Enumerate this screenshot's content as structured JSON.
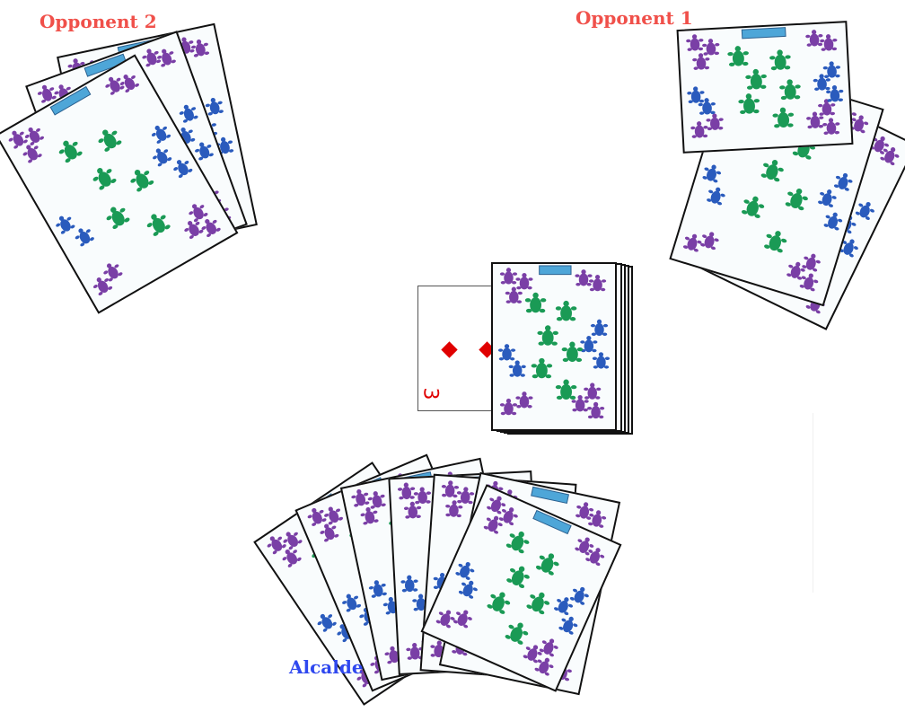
{
  "players": {
    "opponent_2": "Opponent 2",
    "opponent_1": "Opponent 1",
    "me": "Alcalde"
  },
  "faceup_card": {
    "rank": "3",
    "suit": "diamonds"
  },
  "colors": {
    "opponent_label": "#f0504a",
    "player_label": "#2f48ef",
    "card_border": "#111111",
    "card_face": "#f9fcfd",
    "creature_purple": "#7a3fa6",
    "creature_green": "#1a9a55",
    "creature_blue": "#2a5bbd",
    "banner_blue": "#4ea6d8",
    "suit_red": "#e00000"
  },
  "icons": {
    "card_back": "turtle-pattern-card-back-icon",
    "suit": "diamond-icon"
  }
}
